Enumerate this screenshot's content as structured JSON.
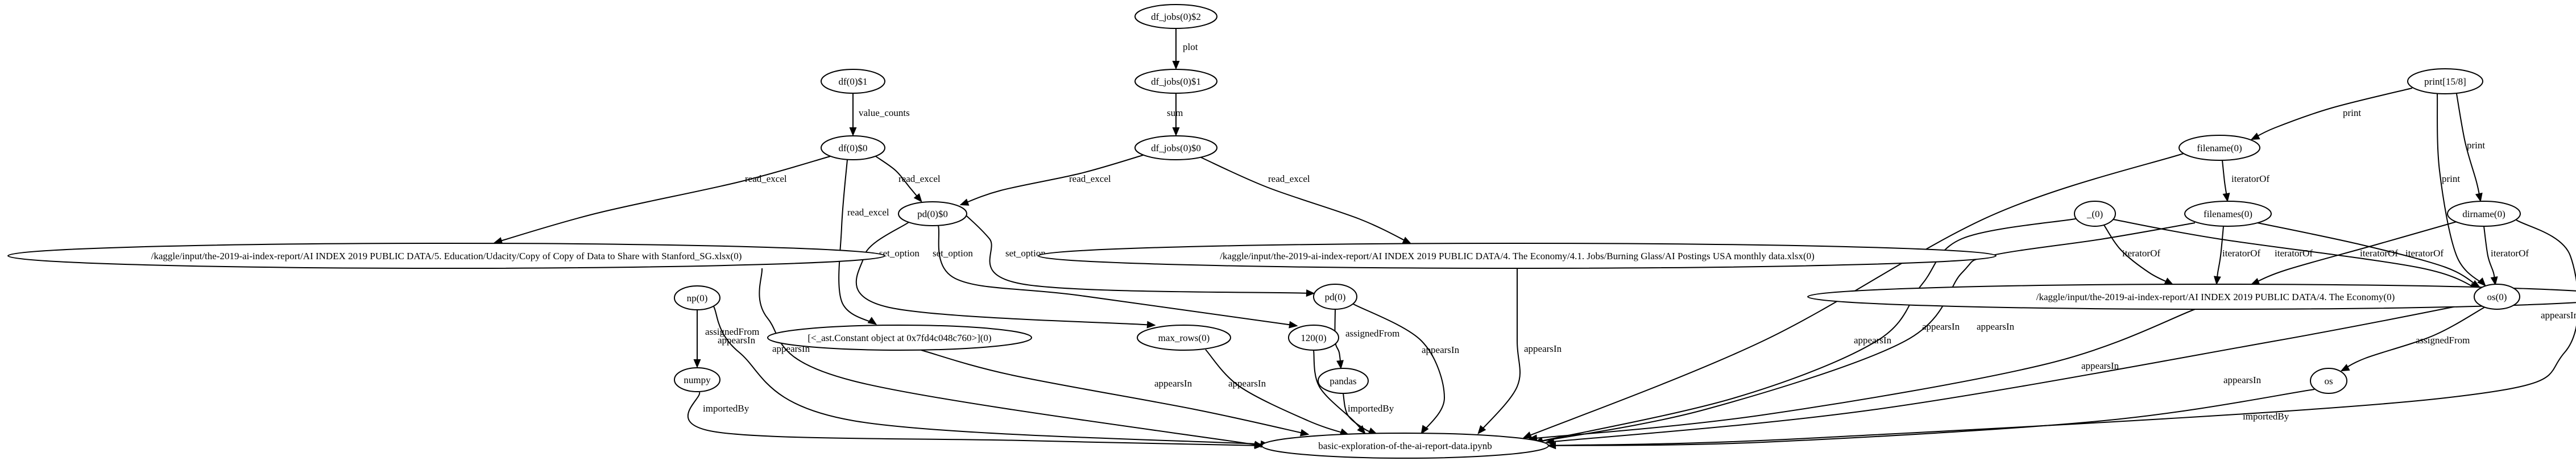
{
  "graph": {
    "nodes": [
      {
        "id": "df_jobs0_2",
        "label": "df_jobs(0)$2"
      },
      {
        "id": "df_jobs0_1",
        "label": "df_jobs(0)$1"
      },
      {
        "id": "df_jobs0_0",
        "label": "df_jobs(0)$0"
      },
      {
        "id": "df0_1",
        "label": "df(0)$1"
      },
      {
        "id": "df0_0",
        "label": "df(0)$0"
      },
      {
        "id": "pd0_0",
        "label": "pd(0)$0"
      },
      {
        "id": "path_sg",
        "label": "/kaggle/input/the-2019-ai-index-report/AI INDEX 2019 PUBLIC DATA/5. Education/Udacity/Copy of Copy of Data to Share with Stanford_SG.xlsx(0)"
      },
      {
        "id": "path_jobs",
        "label": "/kaggle/input/the-2019-ai-index-report/AI INDEX 2019 PUBLIC DATA/4. The Economy/4.1. Jobs/Burning Glass/AI Postings USA monthly data.xlsx(0)"
      },
      {
        "id": "np0",
        "label": "np(0)"
      },
      {
        "id": "numpy",
        "label": "numpy"
      },
      {
        "id": "ast_const",
        "label": "[<_ast.Constant object at 0x7fd4c048c760>](0)"
      },
      {
        "id": "max_rows",
        "label": "max_rows(0)"
      },
      {
        "id": "n120",
        "label": "120(0)"
      },
      {
        "id": "pd0",
        "label": "pd(0)"
      },
      {
        "id": "pandas",
        "label": "pandas"
      },
      {
        "id": "notebook",
        "label": "basic-exploration-of-the-ai-report-data.ipynb"
      },
      {
        "id": "print158",
        "label": "print[15/8]"
      },
      {
        "id": "filename0",
        "label": "filename(0)"
      },
      {
        "id": "filenames0",
        "label": "filenames(0)"
      },
      {
        "id": "under0",
        "label": "_(0)"
      },
      {
        "id": "dirname0",
        "label": "dirname(0)"
      },
      {
        "id": "path_economy",
        "label": "/kaggle/input/the-2019-ai-index-report/AI INDEX 2019 PUBLIC DATA/4. The Economy(0)"
      },
      {
        "id": "os0",
        "label": "os(0)"
      },
      {
        "id": "os",
        "label": "os"
      }
    ],
    "edges": [
      {
        "from": "df_jobs0_2",
        "to": "df_jobs0_1",
        "label": "plot"
      },
      {
        "from": "df_jobs0_1",
        "to": "df_jobs0_0",
        "label": "sum"
      },
      {
        "from": "df_jobs0_0",
        "to": "pd0_0",
        "label": "read_excel"
      },
      {
        "from": "df_jobs0_0",
        "to": "path_jobs",
        "label": "read_excel"
      },
      {
        "from": "df0_1",
        "to": "df0_0",
        "label": "value_counts"
      },
      {
        "from": "df0_0",
        "to": "path_sg",
        "label": "read_excel"
      },
      {
        "from": "df0_0",
        "to": "pd0_0",
        "label": "read_excel"
      },
      {
        "from": "df0_0",
        "to": "ast_const",
        "label": "read_excel"
      },
      {
        "from": "pd0_0",
        "to": "max_rows",
        "label": "set_option"
      },
      {
        "from": "pd0_0",
        "to": "n120",
        "label": "set_option"
      },
      {
        "from": "pd0_0",
        "to": "pd0",
        "label": "set_option"
      },
      {
        "from": "path_sg",
        "to": "notebook",
        "label": "appearsIn"
      },
      {
        "from": "path_jobs",
        "to": "notebook",
        "label": "appearsIn"
      },
      {
        "from": "np0",
        "to": "numpy",
        "label": "assignedFrom"
      },
      {
        "from": "np0",
        "to": "notebook",
        "label": "appearsIn"
      },
      {
        "from": "numpy",
        "to": "notebook",
        "label": "importedBy"
      },
      {
        "from": "ast_const",
        "to": "notebook",
        "label": "appearsIn"
      },
      {
        "from": "max_rows",
        "to": "notebook",
        "label": "appearsIn"
      },
      {
        "from": "n120",
        "to": "notebook",
        "label": "appearsIn"
      },
      {
        "from": "pd0",
        "to": "pandas",
        "label": "assignedFrom"
      },
      {
        "from": "pd0",
        "to": "notebook",
        "label": "appearsIn"
      },
      {
        "from": "pandas",
        "to": "notebook",
        "label": "importedBy"
      },
      {
        "from": "print158",
        "to": "filename0",
        "label": "print"
      },
      {
        "from": "print158",
        "to": "dirname0",
        "label": "print"
      },
      {
        "from": "print158",
        "to": "os0",
        "label": "print"
      },
      {
        "from": "filename0",
        "to": "filenames0",
        "label": "iteratorOf"
      },
      {
        "from": "filename0",
        "to": "notebook",
        "label": "appearsIn"
      },
      {
        "from": "filenames0",
        "to": "path_economy",
        "label": "iteratorOf"
      },
      {
        "from": "filenames0",
        "to": "os0",
        "label": "iteratorOf"
      },
      {
        "from": "filenames0",
        "to": "notebook",
        "label": "appearsIn"
      },
      {
        "from": "under0",
        "to": "path_economy",
        "label": "iteratorOf"
      },
      {
        "from": "under0",
        "to": "os0",
        "label": "iteratorOf"
      },
      {
        "from": "under0",
        "to": "notebook",
        "label": "appearsIn"
      },
      {
        "from": "dirname0",
        "to": "path_economy",
        "label": "iteratorOf"
      },
      {
        "from": "dirname0",
        "to": "os0",
        "label": "iteratorOf"
      },
      {
        "from": "dirname0",
        "to": "notebook",
        "label": "appearsIn"
      },
      {
        "from": "path_economy",
        "to": "notebook",
        "label": "appearsIn"
      },
      {
        "from": "os0",
        "to": "os",
        "label": "assignedFrom"
      },
      {
        "from": "os0",
        "to": "notebook",
        "label": "appearsIn"
      },
      {
        "from": "os",
        "to": "notebook",
        "label": "importedBy"
      }
    ]
  }
}
